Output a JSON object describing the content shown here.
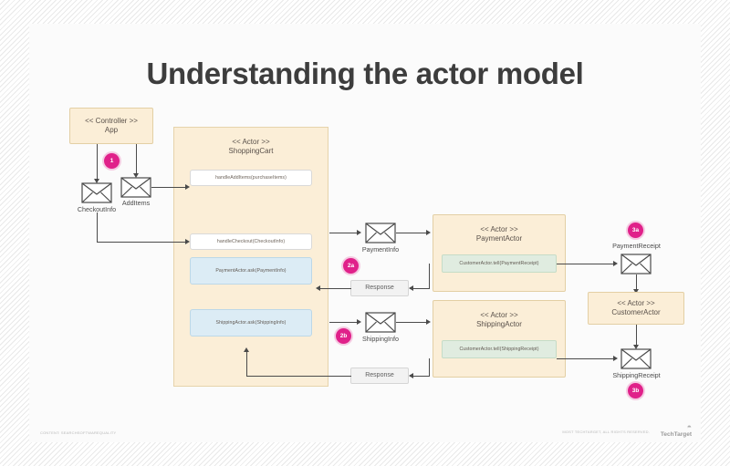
{
  "title": "Understanding the actor model",
  "nodes": {
    "controller": {
      "stereotype": "<< Controller >>",
      "name": "App"
    },
    "shopping_cart": {
      "stereotype": "<< Actor >>",
      "name": "ShoppingCart"
    },
    "payment_actor": {
      "stereotype": "<< Actor >>",
      "name": "PaymentActor"
    },
    "shipping_actor": {
      "stereotype": "<< Actor >>",
      "name": "ShippingActor"
    },
    "customer_actor": {
      "stereotype": "<< Actor >>",
      "name": "CustomerActor"
    }
  },
  "methods": {
    "handle_add_items": "handleAddItems(purchaseItems)",
    "handle_checkout": "handleCheckout(CheckoutInfo)",
    "payment_ask": "PaymentActor.ask(PaymentInfo)",
    "shipping_ask": "ShippingActor.ask(ShippingInfo)",
    "payment_tell": "CustomerActor.tell(PaymentReceipt)",
    "shipping_tell": "CustomerActor.tell(ShippingReceipt)"
  },
  "messages": {
    "checkout_info": "CheckoutInfo",
    "add_items": "AddItems",
    "payment_info": "PaymentInfo",
    "shipping_info": "ShippingInfo",
    "payment_receipt": "PaymentReceipt",
    "shipping_receipt": "ShippingReceipt",
    "response_top": "Response",
    "response_bottom": "Response"
  },
  "badges": {
    "step1": "1",
    "step2a": "2a",
    "step2b": "2b",
    "step3a": "3a",
    "step3b": "3b"
  },
  "footer": {
    "left": "CONTENT: SEARCHSOFTWAREQUALITY",
    "right": "MOST TECHTARGET, ALL RIGHTS RESERVED.",
    "brand": "TechTarget"
  },
  "colors": {
    "accent_pink": "#e0218a",
    "actor_fill": "#fbeed7",
    "ask_fill": "#dcecf5",
    "tell_fill": "#e0ece0",
    "title_color": "#3d3d3d"
  }
}
